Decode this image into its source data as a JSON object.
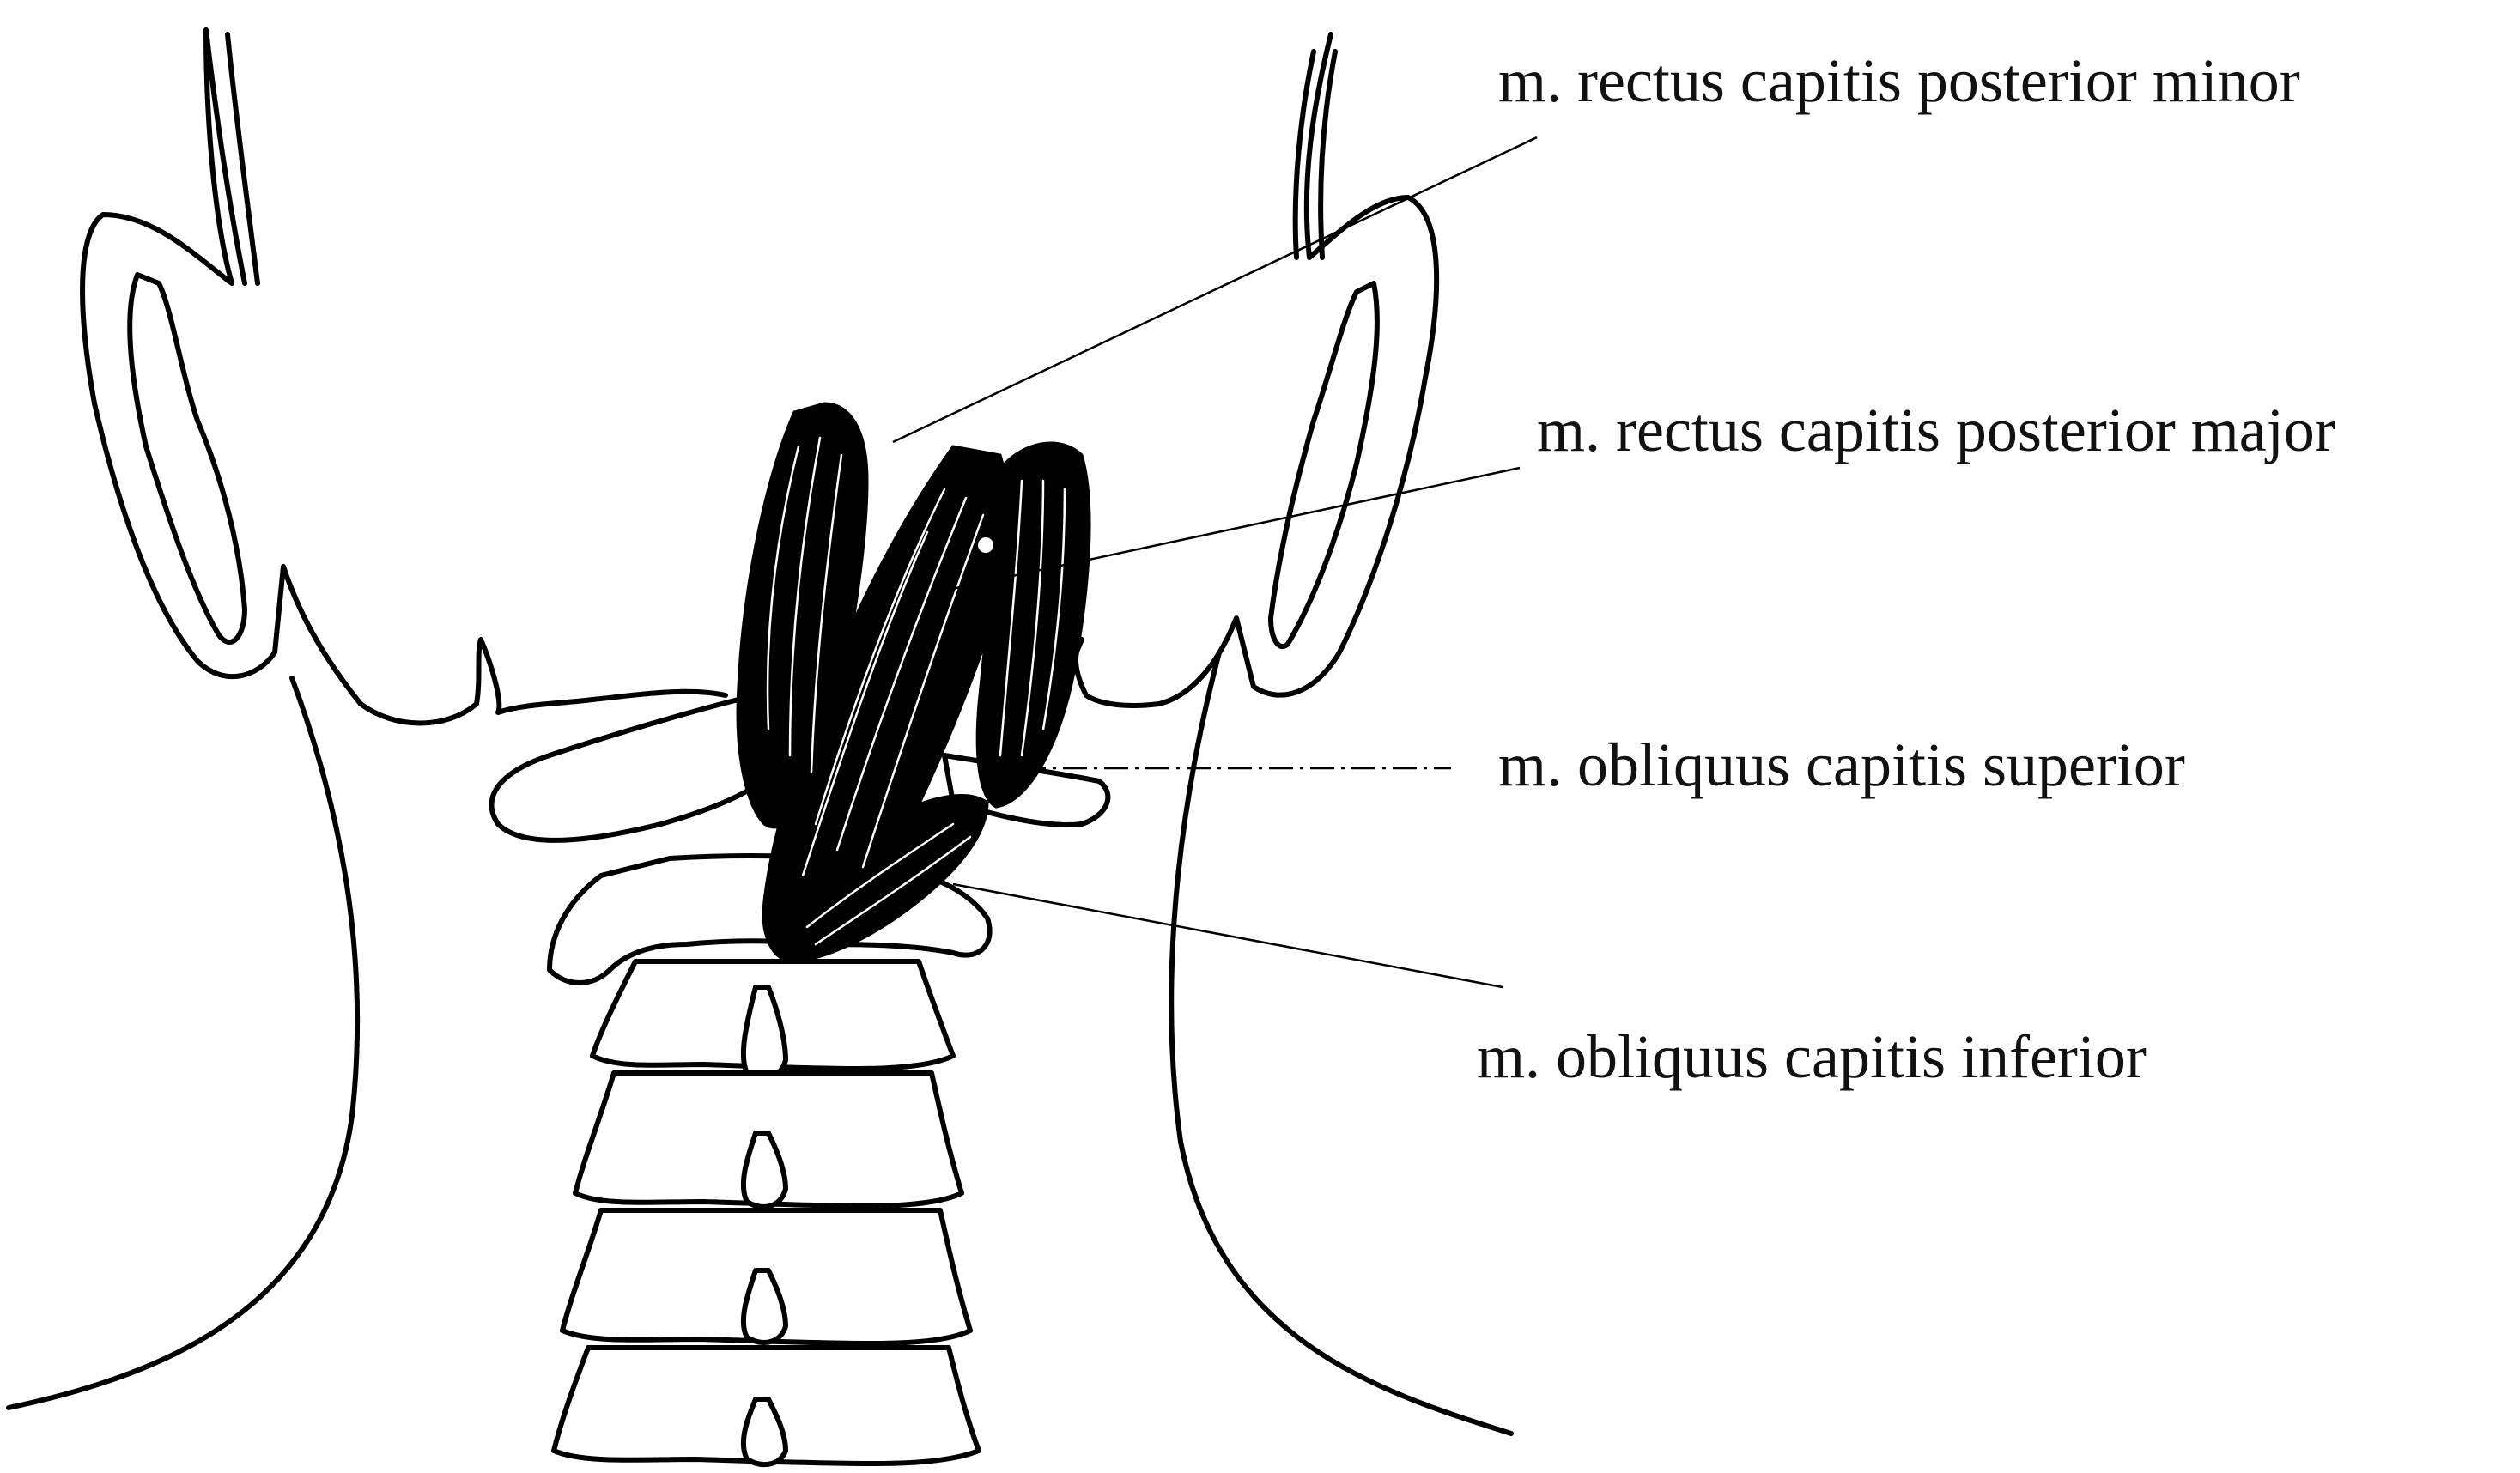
{
  "labels": {
    "rectus_minor": "m. rectus capitis posterior minor",
    "rectus_major": "m. rectus capitis posterior major",
    "obliquus_superior": "m. obliquus capitis superior",
    "obliquus_inferior": "m. obliquus capitis inferior"
  },
  "colors": {
    "line": "#000000",
    "background": "#ffffff",
    "text": "#111111"
  }
}
